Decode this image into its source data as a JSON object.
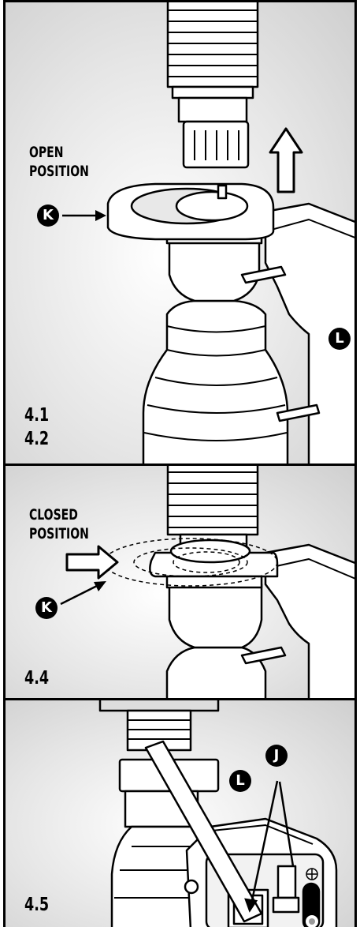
{
  "panels": [
    {
      "position_label": [
        "OPEN",
        "POSITION"
      ],
      "callouts": [
        "K",
        "L"
      ],
      "steps": [
        "4.1",
        "4.2"
      ]
    },
    {
      "position_label": [
        "CLOSED",
        "POSITION"
      ],
      "callouts": [
        "K"
      ],
      "steps": [
        "4.4"
      ]
    },
    {
      "callouts": [
        "L",
        "J"
      ],
      "steps": [
        "4.5"
      ]
    }
  ],
  "icons": [
    "up-arrow-icon",
    "right-arrow-icon",
    "pointer-arrow-icon",
    "ground-symbol-icon"
  ]
}
